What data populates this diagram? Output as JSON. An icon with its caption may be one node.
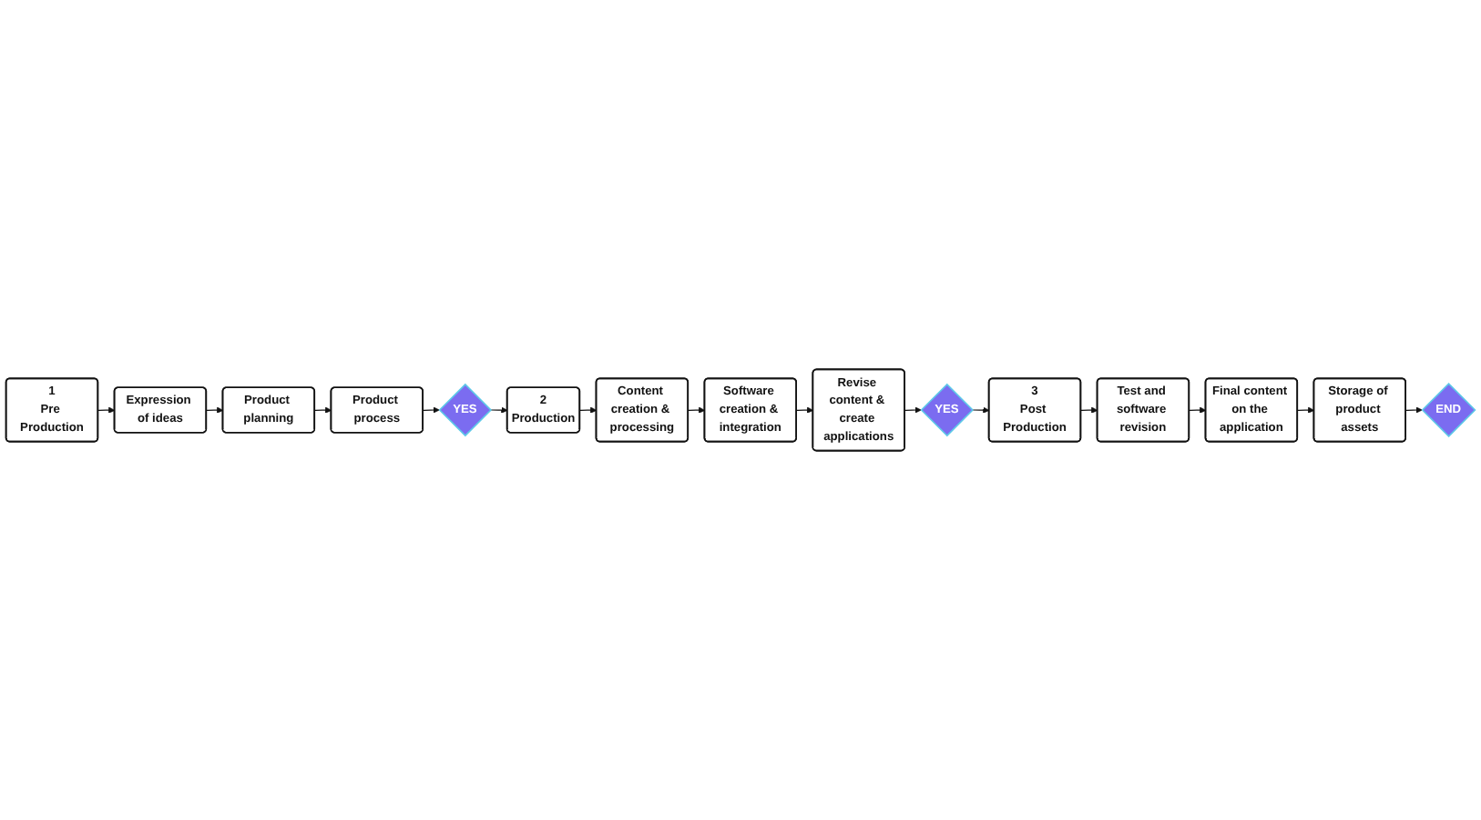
{
  "diagram": {
    "nodes": [
      {
        "text": [
          "1",
          "Pre Production"
        ]
      },
      {
        "text": [
          "Expression of ideas"
        ]
      },
      {
        "text": [
          "Product planning"
        ]
      },
      {
        "text": [
          "Product process"
        ]
      },
      {
        "text": [
          "YES"
        ]
      },
      {
        "text": [
          "2",
          "Production"
        ]
      },
      {
        "text": [
          "Content creation & processing"
        ]
      },
      {
        "text": [
          "Software creation & integration"
        ]
      },
      {
        "text": [
          "Revise content & create applications"
        ]
      },
      {
        "text": [
          "YES"
        ]
      },
      {
        "text": [
          "3",
          "Post Production"
        ]
      },
      {
        "text": [
          "Test and software revision"
        ]
      },
      {
        "text": [
          "Final content on the application"
        ]
      },
      {
        "text": [
          "Storage of product assets"
        ]
      },
      {
        "text": [
          "END"
        ]
      }
    ],
    "edges": [
      {
        "from": 0,
        "to": 1,
        "arrow": "to"
      },
      {
        "from": 1,
        "to": 2,
        "arrow": "to"
      },
      {
        "from": 2,
        "to": 3,
        "arrow": "to"
      },
      {
        "from": 3,
        "to": 4,
        "arrow": "to"
      },
      {
        "from": 4,
        "to": 5,
        "arrow": "to"
      },
      {
        "from": 5,
        "to": 6,
        "arrow": "to"
      },
      {
        "from": 6,
        "to": 7,
        "arrow": "to"
      },
      {
        "from": 7,
        "to": 8,
        "arrow": "to"
      },
      {
        "from": 8,
        "to": 9,
        "arrow": "to"
      },
      {
        "from": 9,
        "to": 10,
        "arrow": "to"
      },
      {
        "from": 10,
        "to": 11,
        "arrow": "to"
      },
      {
        "from": 11,
        "to": 12,
        "arrow": "to"
      },
      {
        "from": 12,
        "to": 13,
        "arrow": "to"
      },
      {
        "from": 13,
        "to": 14,
        "arrow": "to"
      }
    ]
  }
}
